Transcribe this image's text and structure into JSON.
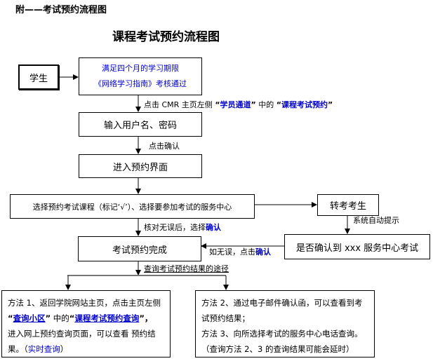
{
  "header": {
    "appendix_title": "附——考试预约流程图",
    "diagram_title": "课程考试预约流程图"
  },
  "nodes": {
    "student": "学生",
    "requirement_line1": "满足四个月的学习期限",
    "requirement_line2": "《网络学习指南》考核通过",
    "login": "输入用户名、密码",
    "enter_booking": "进入预约界面",
    "select_course": "选择预约考试课程（标记‘√’）、选择要参加考试的服务中心",
    "transfer_student": "转考考生",
    "confirm_center": "是否确认到 xxx 服务中心考试",
    "booking_complete": "考试预约完成"
  },
  "edges": {
    "click_cmr_prefix": "点击 CMR 主页左侧 ",
    "click_cmr_q1": "“",
    "click_cmr_student_channel": "学员通道",
    "click_cmr_q2": "”",
    "click_cmr_mid": " 中的 ",
    "click_cmr_q3": "“",
    "click_cmr_course_booking": "课程考试预约",
    "click_cmr_q4": "”",
    "click_confirm": "点击确认",
    "verify_prefix": "核对无误后，选择",
    "verify_confirm": "确认",
    "auto_prompt": "系统自动提示",
    "if_ok_prefix": "如无误，点击",
    "if_ok_confirm": "确认",
    "query_ways": "查询考试预约结果的途径"
  },
  "methods": {
    "method1_part1": "方法 1、返回学院网站主页，点击主页左侧",
    "method1_q1": "“",
    "method1_query_area": "查询小区",
    "method1_q2": "”",
    "method1_mid": " 中的",
    "method1_q3": "“",
    "method1_course_query": "课程考试预约查询",
    "method1_q4": "”，",
    "method1_part2": "进入网上预约查询页面，可以查看 预约结果。（",
    "method1_realtime": "实时查询",
    "method1_end": "）",
    "method2": "方法 2、通过电子邮件确认函，可以查看到考试预约结果；",
    "method3": "方法 3、向所选择考试的服务中心电话查询。",
    "method_note": "（查询方法 2、3 的查询结果可能会延时）"
  },
  "colors": {
    "link_blue": "#0000cc",
    "line_black": "#000000",
    "line_gray": "#808080"
  }
}
